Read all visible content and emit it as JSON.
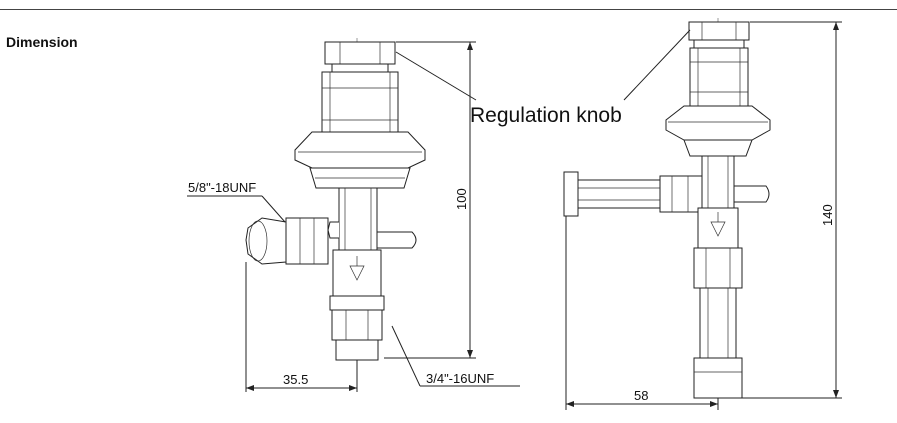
{
  "section_title": "Dimension",
  "callouts": {
    "regulation_knob": "Regulation knob",
    "inlet_thread": "5/8\"-18UNF",
    "outlet_thread": "3/4\"-16UNF"
  },
  "dimensions": {
    "left_height": "100",
    "left_width": "35.5",
    "right_height": "140",
    "right_width": "58"
  }
}
